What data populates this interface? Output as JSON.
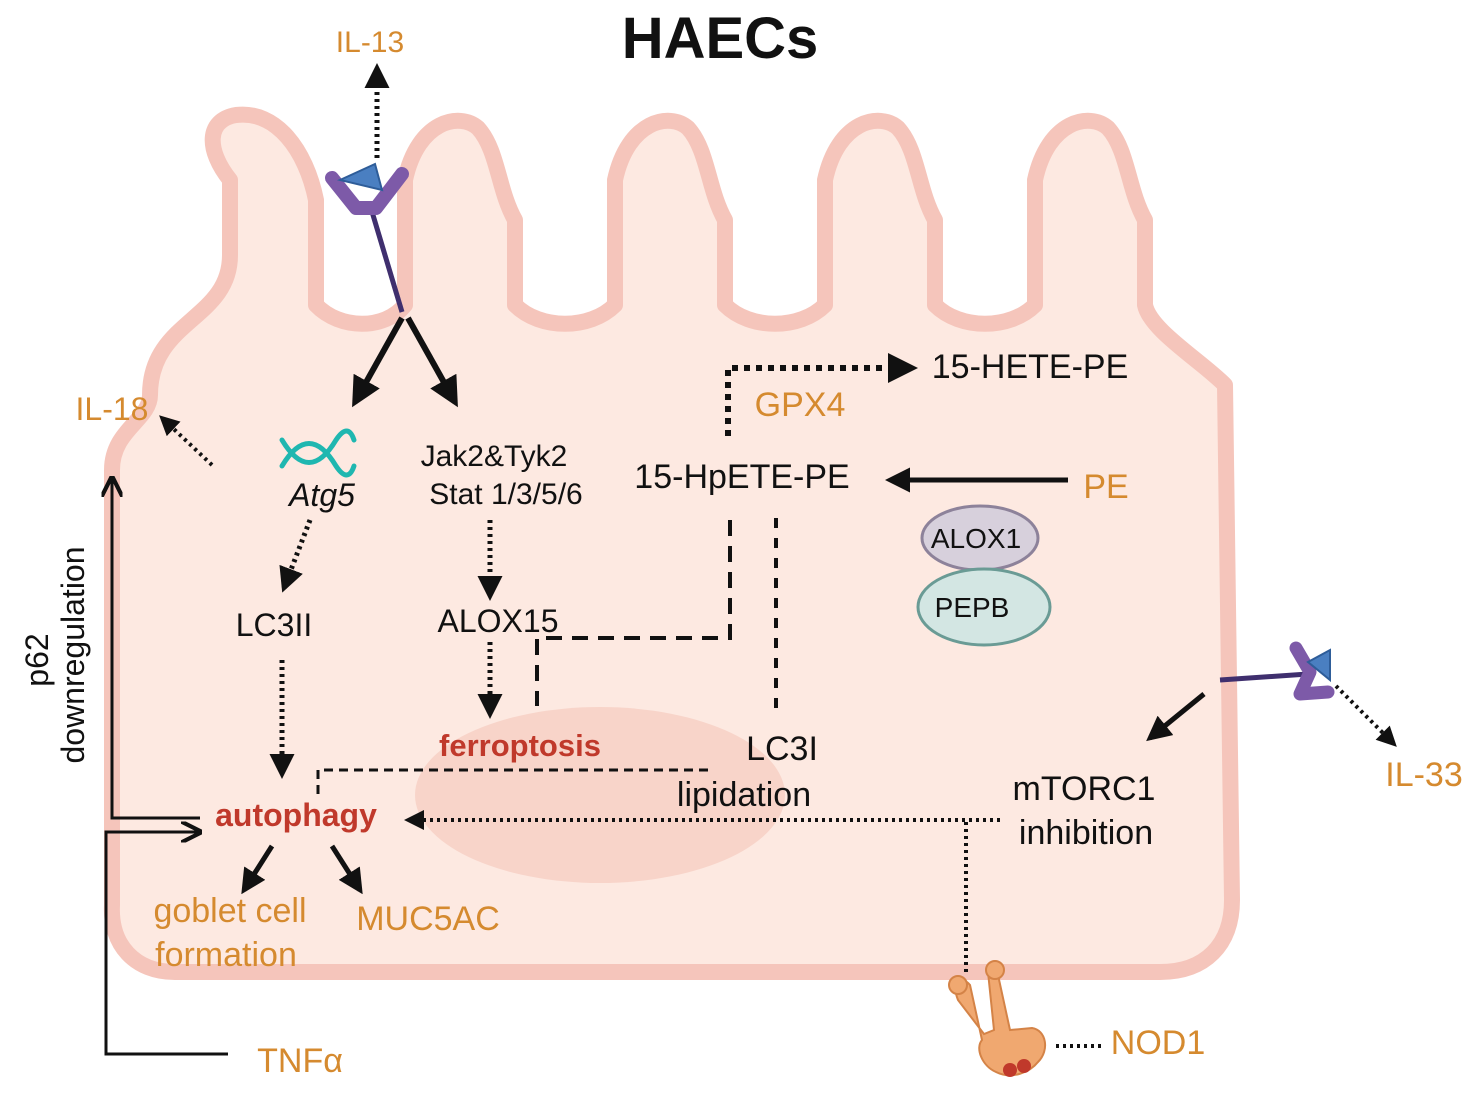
{
  "title": "HAECs",
  "colors": {
    "cell_fill": "#fde9e1",
    "cell_border": "#f5c5bb",
    "nucleus": "#f7d2c6",
    "orange_text": "#d58a2f",
    "red_text": "#c0392b",
    "black": "#111111",
    "receptor_purple": "#7d5aa8",
    "receptor_blue": "#4a7fc1",
    "dna_teal": "#1fb7b0",
    "alox1_fill": "#d7d0dc",
    "pepb_fill": "#d3e6e3",
    "nod1_fill": "#f0a870",
    "nod1_dots": "#c0392b"
  },
  "labels": {
    "il13": "IL-13",
    "il18": "IL-18",
    "il33": "IL-33",
    "p62_line1": "p62",
    "p62_line2": "downregulation",
    "atg5": "Atg5",
    "jak_line1": "Jak2&Tyk2",
    "jak_line2": "Stat 1/3/5/6",
    "lc3ii": "LC3II",
    "alox15": "ALOX15",
    "ferroptosis": "ferroptosis",
    "autophagy": "autophagy",
    "goblet_line1": "goblet cell",
    "goblet_line2": "formation",
    "muc5ac": "MUC5AC",
    "hete": "15-HETE-PE",
    "gpx4": "GPX4",
    "hpete": "15-HpETE-PE",
    "pe": "PE",
    "alox1": "ALOX1",
    "pepb": "PEPB",
    "lc3i_line1": "LC3I",
    "lc3i_line2": "lipidation",
    "mtorc1_line1": "mTORC1",
    "mtorc1_line2": "inhibition",
    "nod1": "NOD1",
    "tnfa": "TNFα"
  },
  "icons": {
    "il13_receptor": "y-receptor-icon",
    "il33_receptor": "y-receptor-icon",
    "dna": "dna-helix-icon",
    "nod1": "nod1-protein-icon"
  }
}
